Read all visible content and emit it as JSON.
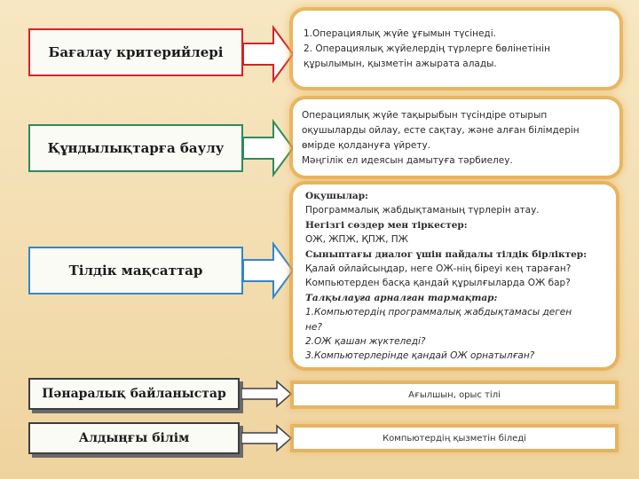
{
  "rows": [
    {
      "label": "Бағалау критерийлері",
      "lines": [
        "1.Операциялық жүйе ұғымын түсінеді.",
        "2. Операциялық жүйелердің түрлерге бөлінетінін",
        "құрылымын, қызметін ажырата алады."
      ]
    },
    {
      "label": "Құндылықтарға баулу",
      "lines": [
        "Операциялық жүйе тақырыбын түсіндіре отырып",
        "оқушыларды ойлау, есте сақтау, және алған білімдерін",
        "өмірде қолдануға үйрету.",
        "Мәңгілік ел идеясын дамытуға тәрбиелеу."
      ]
    },
    {
      "label": "Тілдік мақсаттар",
      "lines": [
        "Оқушылар:",
        "Программалық жабдықтаманың түрлерін атау.",
        "Негізгі сөздер мен тіркестер:",
        "ОЖ, ЖПЖ, ҚПЖ, ПЖ",
        "Сыныптағы диалог үшін пайдалы тілдік бірліктер:",
        "Қалай ойлайсыңдар, неге ОЖ-нің біреуі кең тараған?",
        "Компьютерден басқа қандай құрылғыларда ОЖ бар?",
        "Талқылауға арналған тармақтар:",
        "1.Компьютердің программалық жабдықтамасы деген",
        "не?",
        "2.ОЖ қашан жүктеледі?",
        "3.Компьютерлерінде қандай ОЖ орнатылған?"
      ]
    },
    {
      "label": "Пәнаралық байланыстар",
      "text": "Ағылшын, орыс тілі"
    },
    {
      "label": "Алдыңғы білім",
      "text": "Компьютердің қызметін біледі"
    }
  ]
}
